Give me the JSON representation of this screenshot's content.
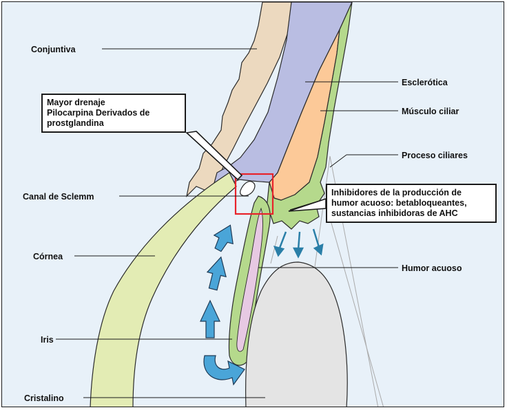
{
  "labels": {
    "conjuntiva": "Conjuntiva",
    "esclerotica": "Esclerótica",
    "musculo_ciliar": "Músculo ciliar",
    "proceso_ciliares": "Proceso ciliares",
    "canal_sclemm": "Canal de Sclemm",
    "cornea": "Córnea",
    "humor_acuoso": "Humor acuoso",
    "iris": "Iris",
    "cristalino": "Cristalino"
  },
  "callout_drainage": {
    "line1": "Mayor drenaje",
    "line2": "Pilocarpina Derivados de",
    "line3": "prostglandina"
  },
  "callout_inhibitors": {
    "line1": "Inhibidores de la producción de",
    "line2": "humor acuoso: betabloqueantes,",
    "line3": "sustancias inhibidoras de AHC"
  },
  "colors": {
    "background": "#e8f1f9",
    "conjunctiva": "#ecd9bf",
    "sclera": "#b9bde2",
    "ciliary_muscle": "#fcc998",
    "ciliary_body": "#b5d98c",
    "cornea": "#e3ecb4",
    "iris_inner": "#e7c9e3",
    "lens": "#e4e4e4",
    "highlight_box": "#e8232a",
    "flow_arrow": "#4aa5d8",
    "small_arrow": "#2a7fa8"
  }
}
